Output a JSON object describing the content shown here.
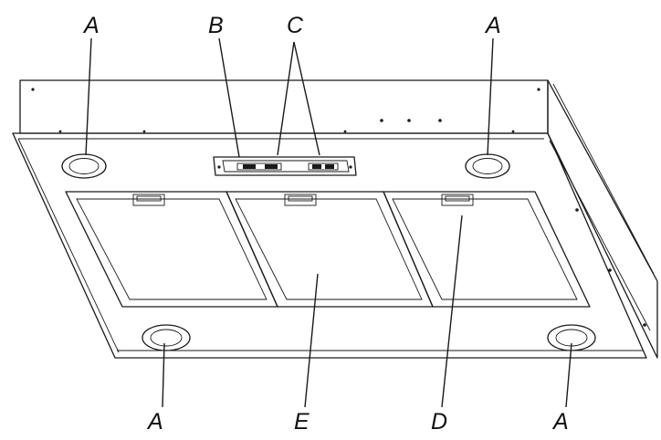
{
  "callouts": {
    "a_top_left": "A",
    "b": "B",
    "c": "C",
    "a_top_right": "A",
    "a_bottom_left": "A",
    "e": "E",
    "d": "D",
    "a_bottom_right": "A"
  }
}
